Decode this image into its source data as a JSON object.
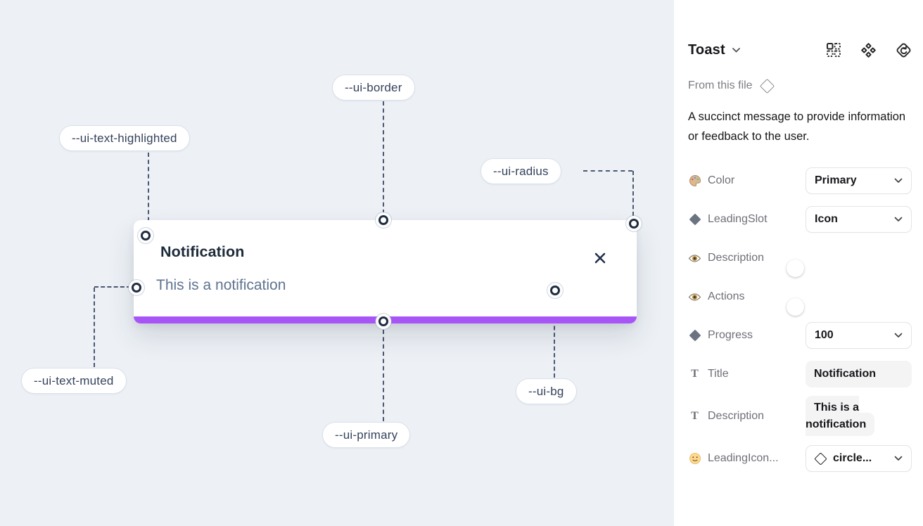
{
  "canvas": {
    "labels": [
      {
        "text": "--ui-border"
      },
      {
        "text": "--ui-text-highlighted"
      },
      {
        "text": "--ui-radius"
      },
      {
        "text": "--ui-text-muted"
      },
      {
        "text": "--ui-primary"
      },
      {
        "text": "--ui-bg"
      }
    ],
    "toast": {
      "title": "Notification",
      "description": "This is a notification"
    },
    "colors": {
      "canvas_bg": "#edf1f6",
      "toast_bg": "#ffffff",
      "primary_bar": "#a855f7",
      "title_text": "#1d2a3a",
      "muted_text": "#5f7390",
      "dashed_line": "#4a5870"
    }
  },
  "panel": {
    "header": {
      "title": "Toast",
      "icons": [
        "variants-icon",
        "components-icon",
        "swap-instance-icon"
      ]
    },
    "source": {
      "label": "From this file"
    },
    "description": "A succinct message to provide information or feedback to the user.",
    "properties": [
      {
        "icon": "palette-icon",
        "label": "Color",
        "control": "select",
        "value": "Primary"
      },
      {
        "icon": "diamond-icon",
        "label": "LeadingSlot",
        "control": "select",
        "value": "Icon"
      },
      {
        "icon": "eye-icon",
        "label": "Description",
        "control": "toggle",
        "value": true
      },
      {
        "icon": "eye-icon",
        "label": "Actions",
        "control": "toggle",
        "value": true
      },
      {
        "icon": "diamond-icon",
        "label": "Progress",
        "control": "select",
        "value": "100"
      },
      {
        "icon": "text-icon",
        "label": "Title",
        "control": "input",
        "value": "Notification"
      },
      {
        "icon": "text-icon",
        "label": "Description",
        "control": "input",
        "value": "This is a notification"
      },
      {
        "icon": "smiley-icon",
        "label": "LeadingIcon...",
        "control": "select",
        "value": "circle..."
      }
    ],
    "colors": {
      "toggle_on": "#1e9bff"
    }
  }
}
